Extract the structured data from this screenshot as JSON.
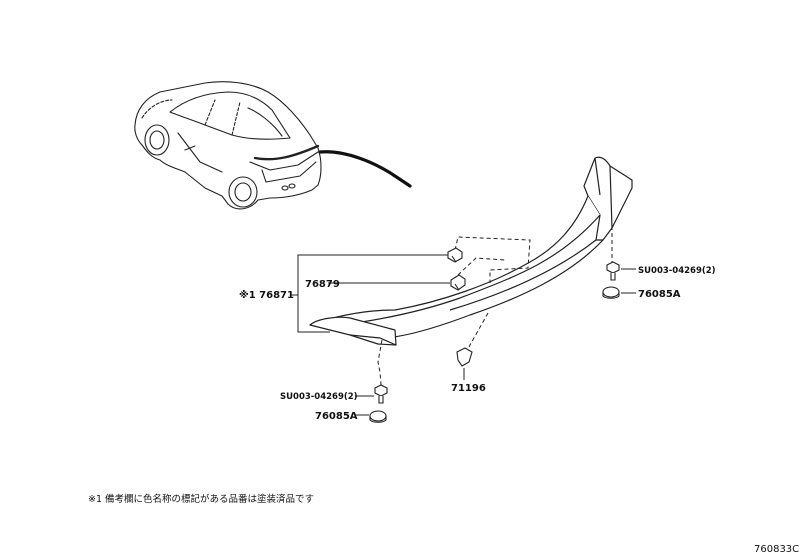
{
  "parts": {
    "p76871": "※1 76871",
    "p76879": "76879",
    "p71196": "71196",
    "screw_right": "SU003-04269(2)",
    "screw_left": "SU003-04269(2)",
    "plug_right": "76085A",
    "plug_left": "76085A"
  },
  "footnote": "※1 備考欄に色名称の標記がある品番は塗装済品です",
  "diagram_code": "760833C"
}
